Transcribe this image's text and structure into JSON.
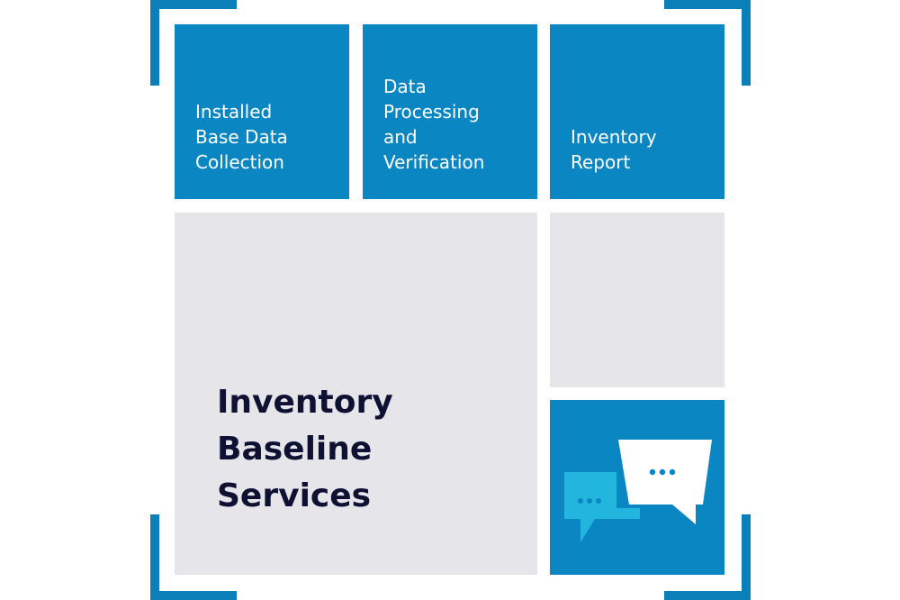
{
  "colors": {
    "accent_blue": "#0a87c2",
    "bracket_blue": "#0a7fb8",
    "light_gray": "#e6e5ea",
    "dark_navy": "#0f1133",
    "cyan_bubble": "#22b6de",
    "white": "#ffffff"
  },
  "tiles": {
    "installed_base": "Installed\nBase Data\nCollection",
    "data_processing": "Data\nProcessing\nand\nVerification",
    "inventory_report": "Inventory\nReport",
    "main_title": "Inventory\nBaseline\nServices"
  },
  "icons": {
    "chat": "chat-bubbles-icon"
  }
}
